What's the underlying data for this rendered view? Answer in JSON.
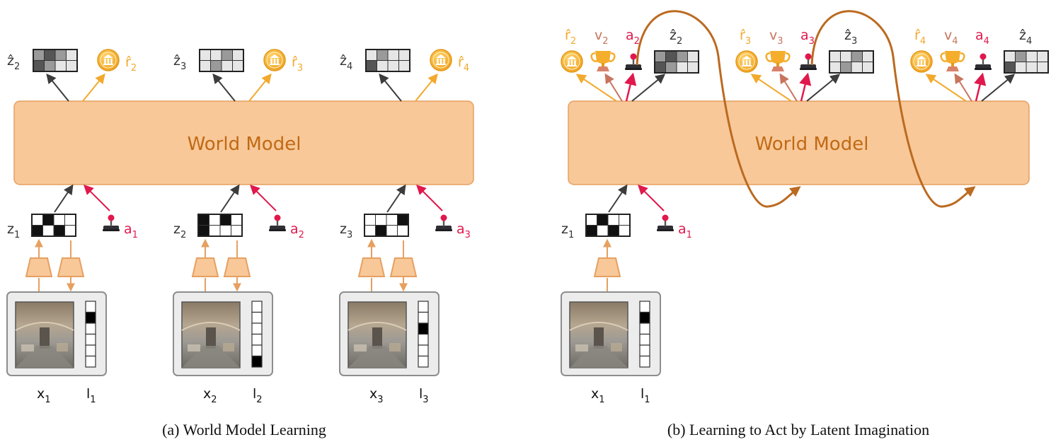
{
  "colors": {
    "orange_box": "#f8c899",
    "orange_stroke": "#e6a060",
    "orange_text": "#c06a14",
    "gold": "#f2a92c",
    "red": "#e0184c",
    "brown": "#bb6a20",
    "value_arrow": "#c8745e",
    "dark": "#3c3c3c"
  },
  "icons": {
    "reward": "coin-bank-icon",
    "value": "trophy-icon",
    "action": "joystick-icon",
    "encoder": "trapezoid-encoder-icon",
    "observation": "panoramic-room-image",
    "latent": "binary-grid-icon"
  },
  "panel_a": {
    "world_model_label": "World Model",
    "caption": "(a) World Model Learning",
    "steps": [
      {
        "z": "z",
        "z_sub": "1",
        "a": "a",
        "a_sub": "1",
        "x": "x",
        "x_sub": "1",
        "l": "l",
        "l_sub": "1",
        "z_hat": "ẑ",
        "z_hat_sub": "2",
        "r_hat": "r̂",
        "r_hat_sub": "2",
        "z_cells": [
          0,
          1,
          0,
          0,
          1,
          0,
          1,
          0
        ],
        "z_hat_cells": [
          2,
          1,
          2,
          0,
          1,
          2,
          0,
          0
        ],
        "l_index": 1
      },
      {
        "z": "z",
        "z_sub": "2",
        "a": "a",
        "a_sub": "2",
        "x": "x",
        "x_sub": "2",
        "l": "l",
        "l_sub": "2",
        "z_hat": "ẑ",
        "z_hat_sub": "3",
        "r_hat": "r̂",
        "r_hat_sub": "3",
        "z_cells": [
          1,
          0,
          1,
          0,
          1,
          0,
          0,
          0
        ],
        "z_hat_cells": [
          0,
          0,
          2,
          0,
          0,
          2,
          0,
          0
        ],
        "l_index": 5
      },
      {
        "z": "z",
        "z_sub": "3",
        "a": "a",
        "a_sub": "3",
        "x": "x",
        "x_sub": "3",
        "l": "l",
        "l_sub": "3",
        "z_hat": "ẑ",
        "z_hat_sub": "4",
        "r_hat": "r̂",
        "r_hat_sub": "4",
        "z_cells": [
          0,
          0,
          0,
          1,
          0,
          1,
          0,
          0
        ],
        "z_hat_cells": [
          0,
          2,
          0,
          0,
          1,
          0,
          0,
          0
        ],
        "l_index": 2
      }
    ]
  },
  "panel_b": {
    "world_model_label": "World Model",
    "caption": "(b) Learning to Act by Latent Imagination",
    "input": {
      "z": "z",
      "z_sub": "1",
      "a": "a",
      "a_sub": "1",
      "x": "x",
      "x_sub": "1",
      "l": "l",
      "l_sub": "1",
      "z_cells": [
        0,
        1,
        0,
        0,
        1,
        0,
        1,
        0
      ],
      "l_index": 1
    },
    "outputs": [
      {
        "r": "r̂",
        "r_sub": "2",
        "v": "v",
        "v_sub": "2",
        "a": "a",
        "a_sub": "2",
        "z_hat": "ẑ",
        "z_hat_sub": "2",
        "z_hat_cells": [
          2,
          1,
          2,
          0,
          1,
          2,
          0,
          0
        ]
      },
      {
        "r": "r̂",
        "r_sub": "3",
        "v": "v",
        "v_sub": "3",
        "a": "a",
        "a_sub": "3",
        "z_hat": "ẑ",
        "z_hat_sub": "3",
        "z_hat_cells": [
          0,
          0,
          2,
          0,
          0,
          2,
          0,
          0
        ]
      },
      {
        "r": "r̂",
        "r_sub": "4",
        "v": "v",
        "v_sub": "4",
        "a": "a",
        "a_sub": "4",
        "z_hat": "ẑ",
        "z_hat_sub": "4",
        "z_hat_cells": [
          0,
          2,
          0,
          0,
          1,
          0,
          0,
          0
        ]
      }
    ]
  }
}
